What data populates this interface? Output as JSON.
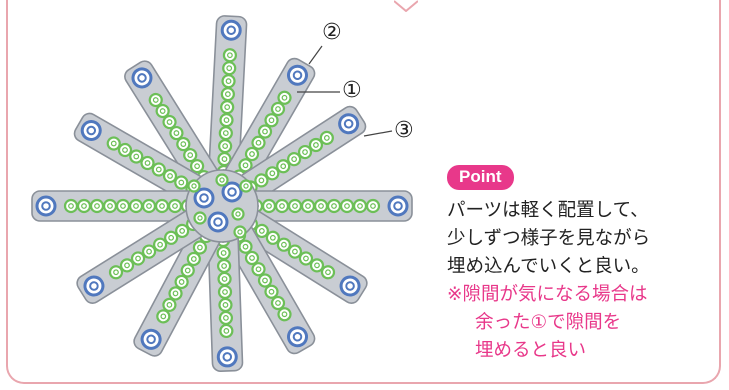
{
  "diagram": {
    "callouts": [
      {
        "id": "c2",
        "label": "②"
      },
      {
        "id": "c1",
        "label": "①"
      },
      {
        "id": "c3",
        "label": "③"
      }
    ],
    "colors": {
      "slot_fill": "#c9cdd3",
      "slot_stroke": "#8a9099",
      "green_bead": "#6cbf57",
      "blue_bead": "#5078be",
      "frame": "#e9a6ae",
      "accent": "#e8388a"
    }
  },
  "point": {
    "badge": "Point",
    "lines": [
      "パーツは軽く配置して、",
      "少しずつ様子を見ながら",
      "埋め込んでいくと良い。"
    ],
    "note_lines": [
      "※隙間が気になる場合は",
      "余った①で隙間を",
      "埋めると良い"
    ]
  }
}
